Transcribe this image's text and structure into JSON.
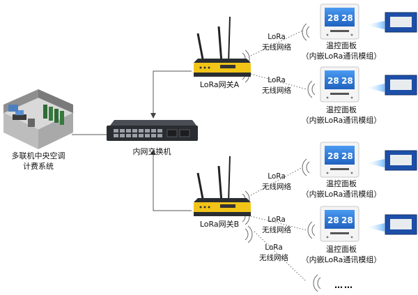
{
  "control_room": {
    "line1": "多联机中央空调",
    "line2": "计费系统"
  },
  "switch": {
    "label": "内网交换机"
  },
  "gateways": [
    {
      "label": "LoRa网关A"
    },
    {
      "label": "LoRa网关B"
    }
  ],
  "links": [
    {
      "line1": "LoRa",
      "line2": "无线网络"
    },
    {
      "line1": "LoRa",
      "line2": "无线网络"
    },
    {
      "line1": "LoRa",
      "line2": "无线网络"
    },
    {
      "line1": "LoRa",
      "line2": "无线网络"
    },
    {
      "line1": "LoRa",
      "line2": "无线网络"
    }
  ],
  "thermostats": [
    {
      "line1": "温控面板",
      "line2": "（内嵌LoRa通讯模组）",
      "screen_left": "28",
      "screen_right": "28"
    },
    {
      "line1": "温控面板",
      "line2": "（内嵌LoRa通讯模组）",
      "screen_left": "28",
      "screen_right": "28"
    },
    {
      "line1": "温控面板",
      "line2": "（内嵌LoRa通讯模组）",
      "screen_left": "28",
      "screen_right": "28"
    },
    {
      "line1": "温控面板",
      "line2": "（内嵌LoRa通讯模组）",
      "screen_left": "28",
      "screen_right": "28"
    }
  ],
  "more": "……",
  "colors": {
    "gateway_body": "#f2c418",
    "device_dark": "#2a2d31",
    "thermostat_screen": "#2f7fd8",
    "module_pcb": "#1d4fa8",
    "arrow_glow": "#9fd0ff",
    "line": "#555555"
  }
}
